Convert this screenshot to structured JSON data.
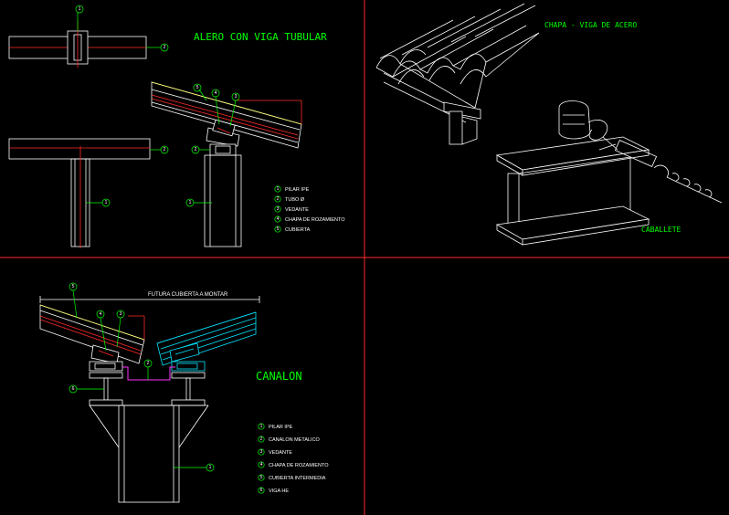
{
  "panels": {
    "alero": {
      "title": "ALERO CON VIGA TUBULAR",
      "legend": [
        {
          "num": "1",
          "text": "PILAR IPE"
        },
        {
          "num": "2",
          "text": "TUBO Ø"
        },
        {
          "num": "3",
          "text": "VEDANTE"
        },
        {
          "num": "4",
          "text": "CHAPA DE ROZAMIENTO"
        },
        {
          "num": "5",
          "text": "CUBIERTA"
        }
      ]
    },
    "chapa": {
      "title": "CHAPA - VIGA DE ACERO",
      "caption": "CABALLETE"
    },
    "canalon": {
      "title": "CANALON",
      "note": "FUTURA CUBIERTA A MONTAR",
      "legend": [
        {
          "num": "1",
          "text": "PILAR IPE"
        },
        {
          "num": "2",
          "text": "CANALON METALICO"
        },
        {
          "num": "3",
          "text": "VEDANTE"
        },
        {
          "num": "4",
          "text": "CHAPA DE ROZAMIENTO"
        },
        {
          "num": "5",
          "text": "CUBIERTA INTERMEDIA"
        },
        {
          "num": "6",
          "text": "VIGA HE"
        }
      ]
    }
  },
  "callouts": {
    "top_column": "1",
    "top_beam": "2",
    "mid_beam": "2",
    "mid_column": "1",
    "roof_5": "5",
    "roof_4": "4",
    "roof_3": "3",
    "seat_2": "2",
    "post_1": "1",
    "can_5": "5",
    "can_4": "4",
    "can_3": "3",
    "can_2": "2",
    "can_6": "6",
    "can_1": "1"
  },
  "colors": {
    "background": "#000000",
    "title": "#00ff00",
    "frame": "#ff2a2a",
    "roof_edge": "#ffff66",
    "gutter": "#ff33ff",
    "second_roof": "#00e5ff"
  }
}
